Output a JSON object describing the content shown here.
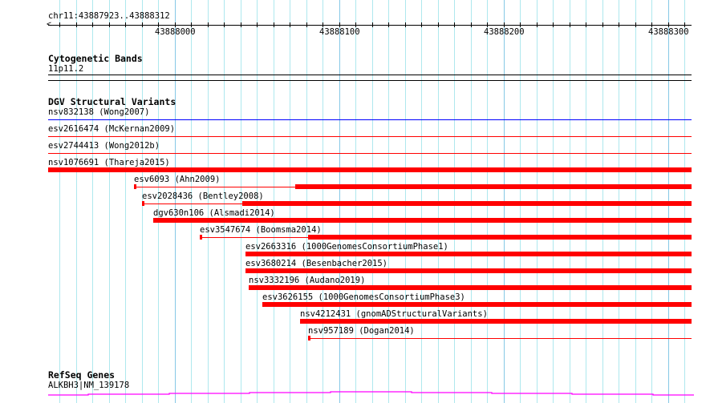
{
  "view": {
    "chrom": "chr11",
    "start": 43887923,
    "end": 43888312,
    "location_label": "chr11:43887923..43888312"
  },
  "ruler": {
    "major_ticks": [
      {
        "bp": 43888000,
        "label": "43888000"
      },
      {
        "bp": 43888100,
        "label": "43888100"
      },
      {
        "bp": 43888200,
        "label": "43888200"
      },
      {
        "bp": 43888300,
        "label": "43888300"
      }
    ]
  },
  "colors": {
    "variant": "#ff0000",
    "variant_blue": "#0000ff",
    "gene": "#ff00ff",
    "grid": "#aee8ee",
    "grid_major": "#86c8e6"
  },
  "tracks": {
    "cytoband": {
      "title": "Cytogenetic Bands",
      "band": "11p11.2"
    },
    "dgv": {
      "title": "DGV Structural Variants",
      "features": [
        {
          "label": "nsv832138 (Wong2007)",
          "start": 43887923,
          "thick_start": null,
          "style": "line",
          "color": "#0000ff"
        },
        {
          "label": "esv2616474 (McKernan2009)",
          "start": 43887923,
          "thick_start": null,
          "style": "line",
          "color": "#ff0000"
        },
        {
          "label": "esv2744413 (Wong2012b)",
          "start": 43887923,
          "thick_start": null,
          "style": "line",
          "color": "#ff0000"
        },
        {
          "label": "nsv1076691 (Thareja2015)",
          "start": 43887923,
          "thick_start": 43887923,
          "style": "bar",
          "color": "#ff0000"
        },
        {
          "label": "esv6093 (Ahn2009)",
          "start": 43887975,
          "thick_start": 43888073,
          "style": "mixed",
          "color": "#ff0000"
        },
        {
          "label": "esv2028436 (Bentley2008)",
          "start": 43887980,
          "thick_start": 43888041,
          "style": "mixed",
          "color": "#ff0000"
        },
        {
          "label": "dgv630n106 (Alsmadi2014)",
          "start": 43887987,
          "thick_start": 43887987,
          "style": "bar",
          "color": "#ff0000"
        },
        {
          "label": "esv3547674 (Boomsma2014)",
          "start": 43888015,
          "thick_start": 43888081,
          "style": "mixed",
          "color": "#ff0000"
        },
        {
          "label": "esv2663316 (1000GenomesConsortiumPhase1)",
          "start": 43888043,
          "thick_start": 43888043,
          "style": "bar",
          "color": "#ff0000"
        },
        {
          "label": "esv3680214 (Besenbacher2015)",
          "start": 43888043,
          "thick_start": 43888043,
          "style": "bar",
          "color": "#ff0000"
        },
        {
          "label": "nsv3332196 (Audano2019)",
          "start": 43888045,
          "thick_start": 43888045,
          "style": "bar",
          "color": "#ff0000"
        },
        {
          "label": "esv3626155 (1000GenomesConsortiumPhase3)",
          "start": 43888053,
          "thick_start": 43888053,
          "style": "bar",
          "color": "#ff0000"
        },
        {
          "label": "nsv4212431 (gnomADStructuralVariants)",
          "start": 43888076,
          "thick_start": 43888076,
          "style": "bar",
          "color": "#ff0000"
        },
        {
          "label": "nsv957189 (Dogan2014)",
          "start": 43888081,
          "thick_start": null,
          "style": "capped-line",
          "color": "#ff0000"
        }
      ]
    },
    "refseq": {
      "title": "RefSeq Genes",
      "gene": "ALKBH3|NM_139178"
    }
  }
}
